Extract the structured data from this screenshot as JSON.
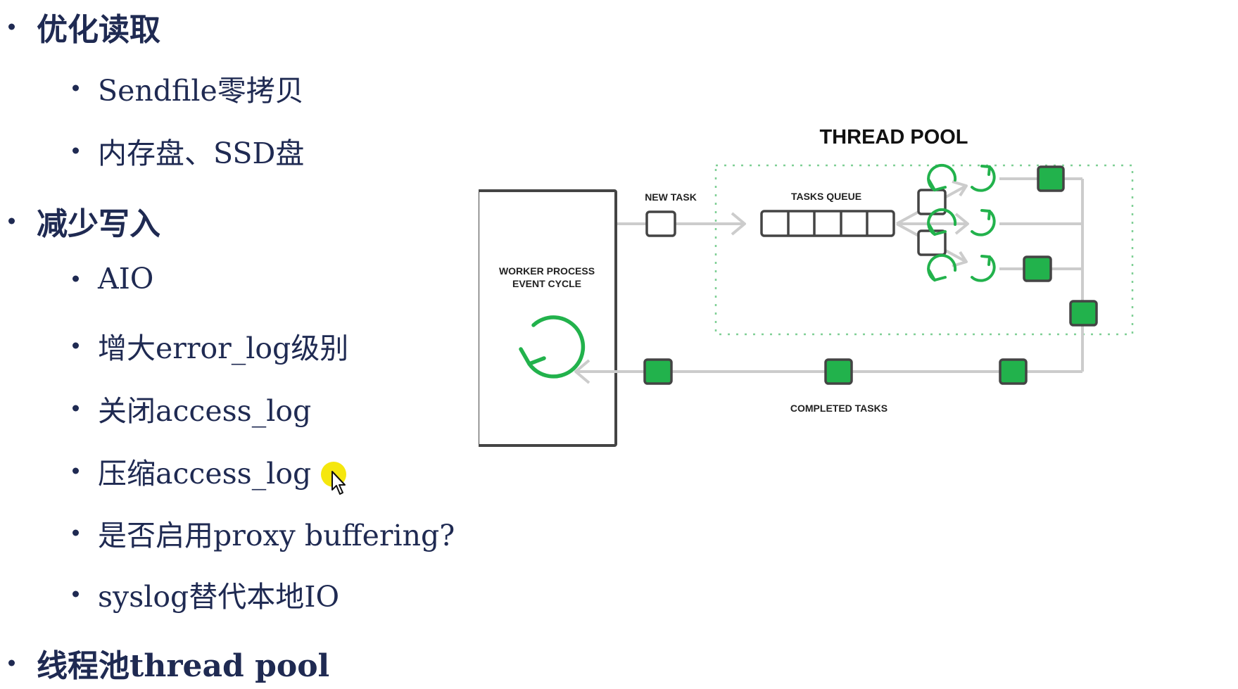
{
  "sections": [
    {
      "heading": "优化读取",
      "items": [
        "Sendfile零拷贝",
        "内存盘、SSD盘"
      ]
    },
    {
      "heading": "减少写入",
      "items": [
        "AIO",
        "增大error_log级别",
        "关闭access_log",
        "压缩access_log",
        "是否启用proxy buffering?",
        "syslog替代本地IO"
      ]
    },
    {
      "heading": "线程池thread pool",
      "items": []
    }
  ],
  "diagram": {
    "title": "THREAD POOL",
    "worker_label_line1": "WORKER PROCESS",
    "worker_label_line2": "EVENT CYCLE",
    "new_task_label": "NEW TASK",
    "queue_label": "TASKS QUEUE",
    "completed_label": "COMPLETED TASKS"
  },
  "colors": {
    "text": "#1f2a52",
    "accent_green": "#22b24c",
    "stroke": "#444444",
    "line": "#cccccc",
    "dotted": "#7fcf95"
  }
}
